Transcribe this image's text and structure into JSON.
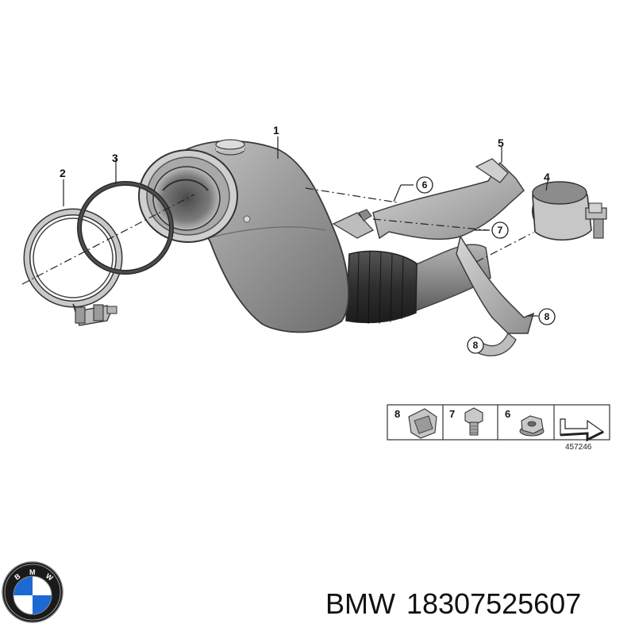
{
  "callouts": {
    "c1": "1",
    "c2": "2",
    "c3": "3",
    "c4": "4",
    "c5": "5",
    "c6": "6",
    "c7": "7",
    "c8a": "8",
    "c8b": "8"
  },
  "legend": {
    "items": [
      "8",
      "7",
      "6"
    ],
    "diagram_number": "457246"
  },
  "caption": {
    "brand": "BMW",
    "part_number": "18307525607"
  },
  "logo": {
    "text": "BMW",
    "colors": {
      "blue": "#1c69d4",
      "ring": "#1a1a1a",
      "white": "#ffffff"
    }
  }
}
